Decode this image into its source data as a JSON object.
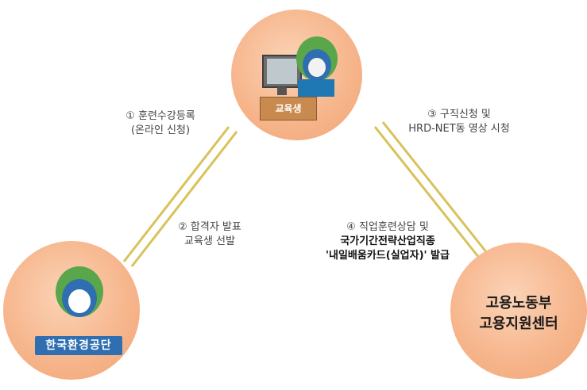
{
  "nodes": {
    "top": {
      "sign_label": "교육생"
    },
    "left": {
      "badge_label": "한국환경공단"
    },
    "right": {
      "line1": "고용노동부",
      "line2": "고용지원센터"
    }
  },
  "edges": {
    "e1": {
      "line1": "① 훈련수강등록",
      "line2": "(온라인 신청)"
    },
    "e2": {
      "line1": "② 합격자 발표",
      "line2": "교육생 선발"
    },
    "e3": {
      "line1": "③ 구직신청 및",
      "line2": "HRD-NET동 영상 시청"
    },
    "e4": {
      "line1": "④ 직업훈련상담 및",
      "line2": "국가기간전략산업직종",
      "line3": "'내일배움카드(실업자)' 발급"
    }
  }
}
